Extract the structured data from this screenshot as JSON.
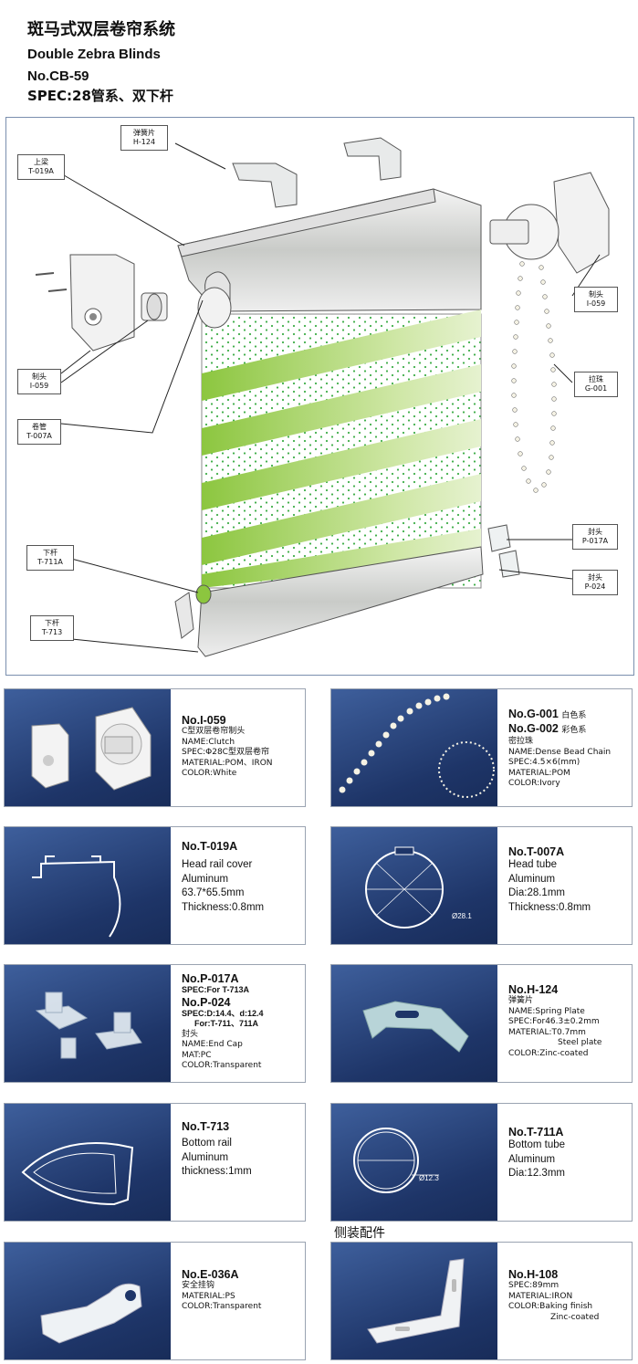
{
  "header": {
    "title_cn": "斑马式双层卷帘系统",
    "title_en": "Double Zebra Blinds",
    "model": "No.CB-59",
    "spec": "SPEC:28管系、双下杆"
  },
  "callouts": [
    {
      "cn": "弹簧片",
      "code": "H-124"
    },
    {
      "cn": "上梁",
      "code": "T-019A"
    },
    {
      "cn": "制头",
      "code": "I-059"
    },
    {
      "cn": "制头",
      "code": "I-059"
    },
    {
      "cn": "拉珠",
      "code": "G-001"
    },
    {
      "cn": "卷管",
      "code": "T-007A"
    },
    {
      "cn": "封头",
      "code": "P-017A"
    },
    {
      "cn": "下杆",
      "code": "T-711A"
    },
    {
      "cn": "封头",
      "code": "P-024"
    },
    {
      "cn": "下杆",
      "code": "T-713"
    }
  ],
  "products": [
    {
      "no": "No.I-059",
      "lines": [
        "C型双层卷帘制头",
        "NAME:Clutch",
        "SPEC:Φ28C型双层卷帘",
        "MATERIAL:POM、IRON",
        "COLOR:White"
      ]
    },
    {
      "no": "No.G-001",
      "no_suffix": "白色系",
      "no2": "No.G-002",
      "no2_suffix": "彩色系",
      "lines": [
        "密拉珠",
        "NAME:Dense Bead Chain",
        "SPEC:4.5×6(mm)",
        "MATERIAL:POM",
        "COLOR:Ivory"
      ]
    },
    {
      "no": "No.T-019A",
      "lines": [
        "Head rail cover",
        "Aluminum",
        "63.7*65.5mm",
        "Thickness:0.8mm"
      ]
    },
    {
      "no": "No.T-007A",
      "lines": [
        "Head tube",
        "Aluminum",
        "Dia:28.1mm",
        "Thickness:0.8mm"
      ],
      "dim": "Ø28.1"
    },
    {
      "no": "No.P-017A",
      "spec1": "SPEC:For T-713A",
      "no2": "No.P-024",
      "spec2": "SPEC:D:14.4、d:12.4",
      "spec3": "For:T-711、711A",
      "lines": [
        "封头",
        "NAME:End Cap",
        "MAT:PC",
        "COLOR:Transparent"
      ]
    },
    {
      "no": "No.H-124",
      "lines": [
        "弹簧片",
        "NAME:Spring Plate",
        "SPEC:For46.3±0.2mm",
        "MATERIAL:T0.7mm",
        "Steel plate",
        "COLOR:Zinc-coated"
      ]
    },
    {
      "no": "No.T-713",
      "lines": [
        "Bottom rail",
        "Aluminum",
        "thickness:1mm"
      ]
    },
    {
      "no": "No.T-711A",
      "lines": [
        "Bottom tube",
        "Aluminum",
        "Dia:12.3mm"
      ],
      "dim": "Ø12.3"
    },
    {
      "no": "No.E-036A",
      "lines": [
        "安全挂钩",
        "MATERIAL:PS",
        "COLOR:Transparent"
      ]
    },
    {
      "no": "No.H-108",
      "lines": [
        "SPEC:89mm",
        "MATERIAL:IRON",
        "COLOR:Baking finish",
        "Zinc-coated"
      ]
    }
  ],
  "side_section_title": "侧装配件",
  "colors": {
    "card_bg": "#1e3568",
    "zebra_green": "#8cc63f",
    "frame": "#7a8fae"
  }
}
